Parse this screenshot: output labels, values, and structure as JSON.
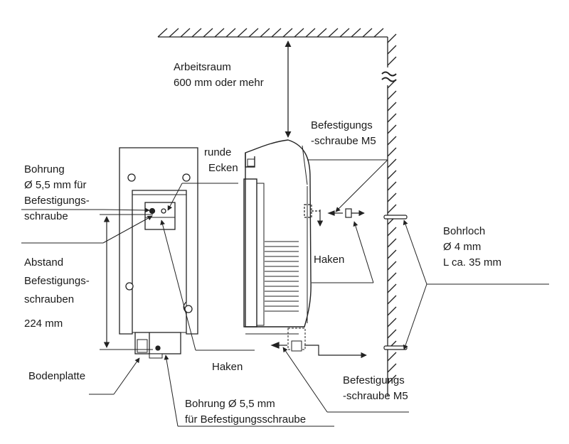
{
  "labels": {
    "workspace": [
      "Arbeitsraum",
      "600 mm oder mehr"
    ],
    "round_corners": [
      "runde",
      "Ecken"
    ],
    "drill_hole_top": [
      "Bohrung",
      "Ø 5,5 mm für",
      "Befestigungs-",
      "schraube"
    ],
    "screw_top": [
      "Befestigungs",
      "-schraube M5"
    ],
    "spacing": [
      "Abstand",
      "Befestigungs-",
      "schrauben",
      "224 mm"
    ],
    "hook_right": "Haken",
    "borehole": [
      "Bohrloch",
      "Ø 4 mm",
      "L ca. 35 mm"
    ],
    "hook_left": "Haken",
    "base_plate": "Bodenplatte",
    "drill_hole_bottom": [
      "Bohrung Ø 5,5 mm",
      "für Befestigungsschraube"
    ],
    "screw_bottom": [
      "Befestigungs",
      "-schraube M5"
    ]
  }
}
